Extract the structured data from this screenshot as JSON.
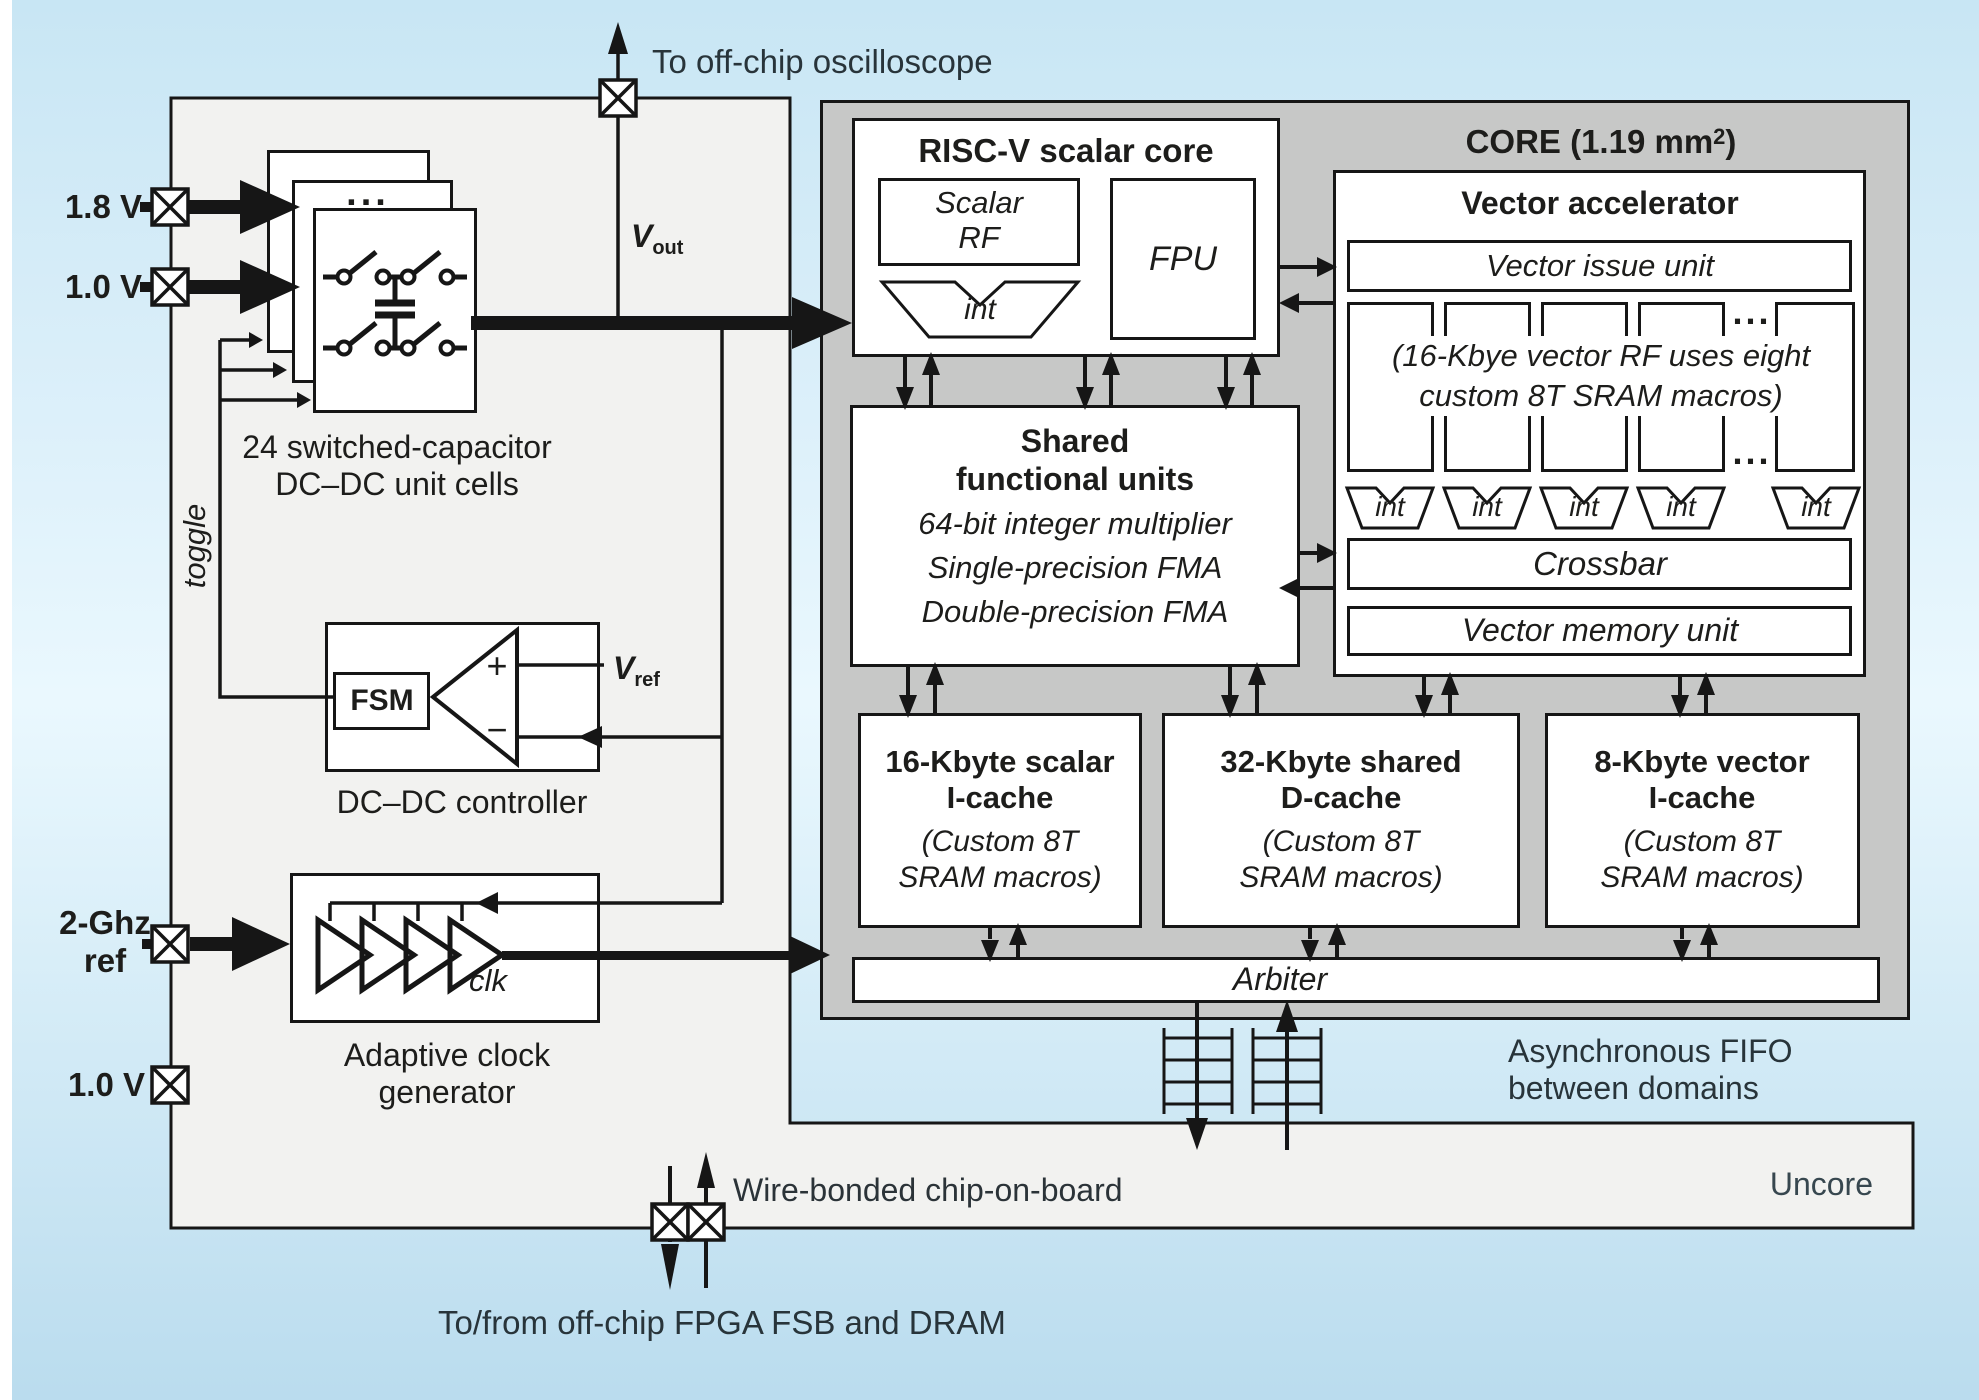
{
  "diagram": {
    "external": {
      "oscilloscope": "To off-chip oscilloscope",
      "fpga": "To/from off-chip FPGA FSB and DRAM",
      "fifo_line1": "Asynchronous FIFO",
      "fifo_line2": "between domains",
      "wirebond": "Wire-bonded chip-on-board"
    },
    "pads": {
      "v18": "1.8 V",
      "v10": "1.0 V",
      "ghz_line1": "2-Ghz",
      "ghz_line2": "ref",
      "v10b": "1.0 V"
    },
    "uncore": {
      "label": "Uncore",
      "sc_dots": "...",
      "sc_caption1": "24 switched-capacitor",
      "sc_caption2": "DC–DC unit cells",
      "toggle": "toggle",
      "vout_base": "V",
      "vout_sub": "out",
      "vref_base": "V",
      "vref_sub": "ref",
      "fsm": "FSM",
      "plus": "+",
      "minus": "−",
      "controller_caption": "DC–DC controller",
      "clk": "clk",
      "clockgen_caption1": "Adaptive clock",
      "clockgen_caption2": "generator"
    },
    "core": {
      "title_main": "CORE (1.19 mm",
      "title_sup": "2",
      "title_end": ")",
      "riscv": {
        "title": "RISC-V scalar core",
        "rf1": "Scalar",
        "rf2": "RF",
        "int": "int",
        "fpu": "FPU"
      },
      "vector": {
        "title": "Vector accelerator",
        "issue": "Vector issue unit",
        "dots_top": "...",
        "dots_bottom": "...",
        "caption1": "(16-Kbye vector RF uses eight",
        "caption2": "custom 8T SRAM macros)",
        "ints": [
          "int",
          "int",
          "int",
          "int",
          "int"
        ],
        "crossbar": "Crossbar",
        "vmu": "Vector memory unit"
      },
      "sfu": {
        "t1": "Shared",
        "t2": "functional units",
        "i1": "64-bit integer multiplier",
        "i2": "Single-precision FMA",
        "i3": "Double-precision FMA"
      },
      "caches": [
        {
          "t1": "16-Kbyte scalar",
          "t2": "I-cache",
          "s1": "(Custom 8T",
          "s2": "SRAM macros)"
        },
        {
          "t1": "32-Kbyte shared",
          "t2": "D-cache",
          "s1": "(Custom 8T",
          "s2": "SRAM macros)"
        },
        {
          "t1": "8-Kbyte vector",
          "t2": "I-cache",
          "s1": "(Custom 8T",
          "s2": "SRAM macros)"
        }
      ],
      "arbiter": "Arbiter"
    }
  }
}
